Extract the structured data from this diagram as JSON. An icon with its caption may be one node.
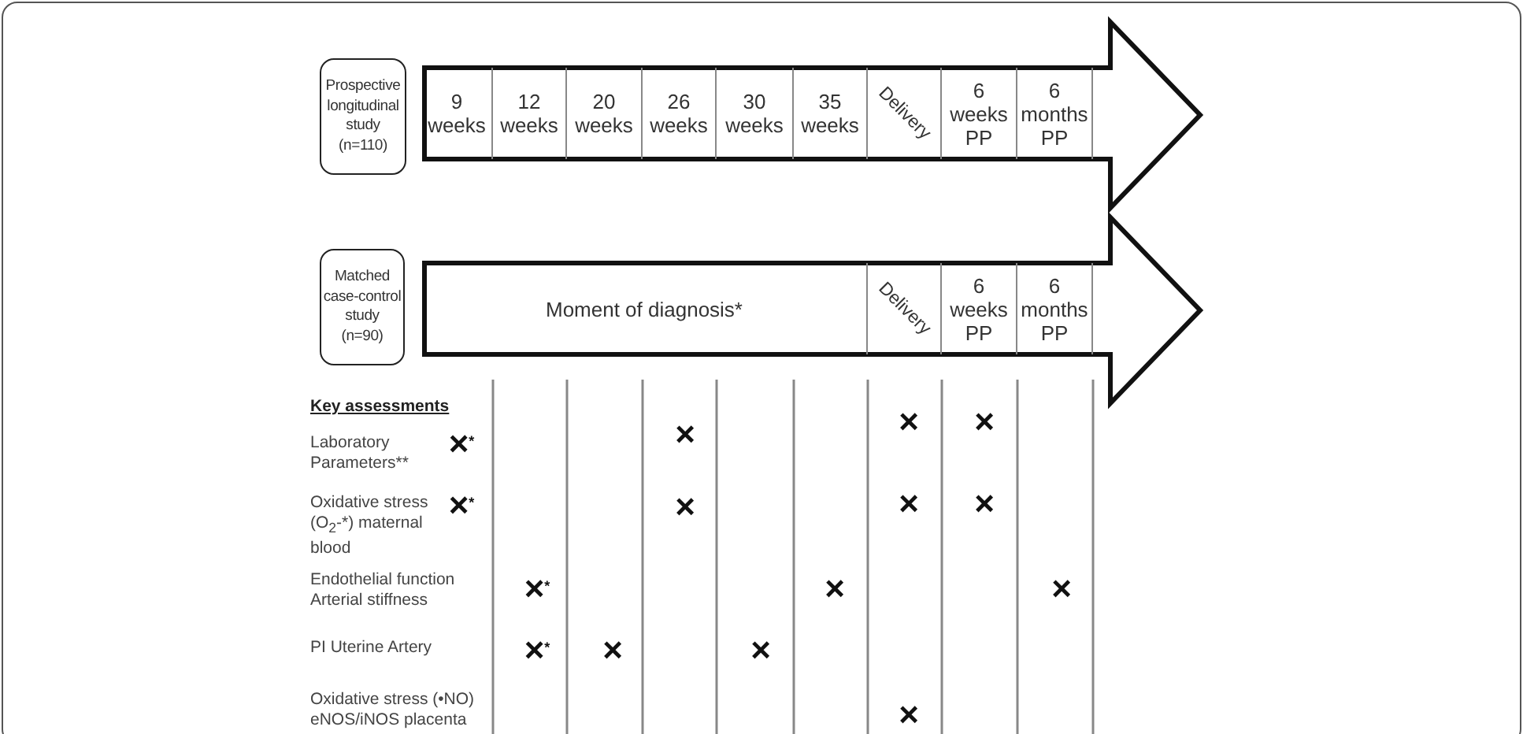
{
  "diagram": {
    "nodes": [
      {
        "text": [
          "Prospective longitudinal study (n=110)"
        ]
      },
      {
        "text": [],
        "shape": "arrow"
      },
      {
        "text": [
          "9 weeks"
        ],
        "in": 1
      },
      {
        "text": [
          "12 weeks"
        ],
        "in": 1
      },
      {
        "text": [
          "20 weeks"
        ],
        "in": 1
      },
      {
        "text": [
          "26 weeks"
        ],
        "in": 1
      },
      {
        "text": [
          "30 weeks"
        ],
        "in": 1
      },
      {
        "text": [
          "35 weeks"
        ],
        "in": 1
      },
      {
        "text": [
          "Delivery"
        ],
        "in": 1
      },
      {
        "text": [
          "6 weeks PP"
        ],
        "in": 1
      },
      {
        "text": [
          "6 months PP"
        ],
        "in": 1
      },
      {
        "text": [
          "Matched case-control study (n=90)"
        ]
      },
      {
        "text": [],
        "shape": "arrow"
      },
      {
        "text": [
          "Moment of diagnosis*"
        ],
        "in": 12
      },
      {
        "text": [
          "Delivery"
        ],
        "in": 12
      },
      {
        "text": [
          "6 weeks PP"
        ],
        "in": 12
      },
      {
        "text": [
          "6 months PP"
        ],
        "in": 12
      }
    ],
    "edges": [],
    "labels": [
      "Key assessments",
      "Laboratory Parameters**",
      "×$^{*}$",
      "×",
      "×",
      "×",
      "Oxidative stress (O$_{2}$-*) maternal blood",
      "×$^{*}$",
      "×",
      "×",
      "×",
      "Endothelial function Arterial stiffness",
      "×$^{*}$",
      "×",
      "×",
      "PI Uterine Artery",
      "×$^{*}$",
      "×",
      "×",
      "Oxidative stress (•NO) eNOS/iNOS placenta",
      "×"
    ]
  }
}
